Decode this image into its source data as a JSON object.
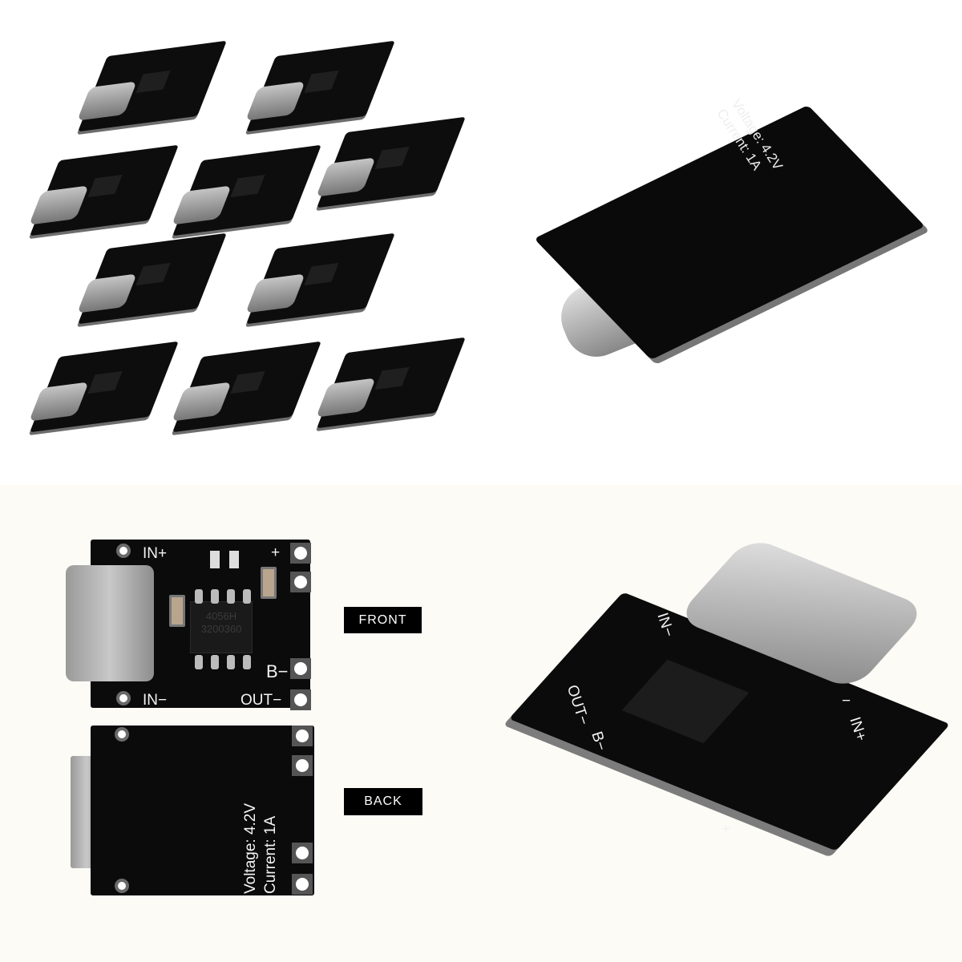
{
  "labels": {
    "front": "FRONT",
    "back": "BACK"
  },
  "front_board": {
    "in_plus": "IN+",
    "in_minus": "IN−",
    "plus": "+",
    "b_minus": "B−",
    "out_minus": "OUT−",
    "chip_line1": "4056H",
    "chip_line2": "3200360"
  },
  "back_board": {
    "voltage": "Voltage: 4.2V",
    "current": "Current: 1A"
  },
  "hero_board": {
    "voltage": "Voltage: 4.2V",
    "current": "Current: 1A"
  },
  "angled_board": {
    "in_minus": "IN−",
    "in_plus": "IN+",
    "out_minus": "OUT−",
    "b_minus": "B−",
    "plus": "+",
    "minus": "−"
  },
  "module_count": 10
}
